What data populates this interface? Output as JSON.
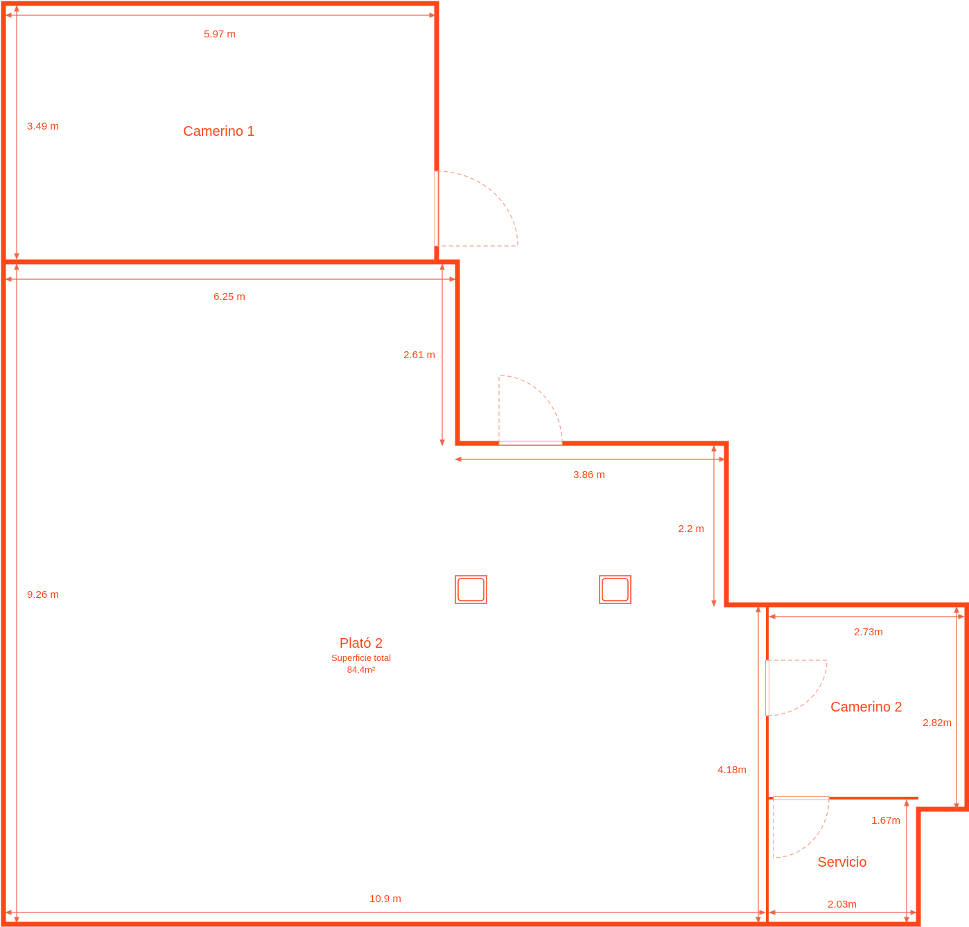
{
  "colors": {
    "wall": "#ff4619",
    "dimension": "#f0664a",
    "door": "#f4a08a"
  },
  "rooms": {
    "camerino1": "Camerino 1",
    "plato2": "Plató 2",
    "plato2_sub": "Superficie total",
    "plato2_area": "84,4m²",
    "camerino2": "Camerino 2",
    "servicio": "Servicio"
  },
  "dimensions": {
    "camerino1_width": "5.97 m",
    "camerino1_height": "3.49 m",
    "plato_top_width": "6.25 m",
    "plato_step1_height": "2.61 m",
    "plato_step_width": "3.86 m",
    "plato_step2_height": "2.2 m",
    "plato_height": "9.26 m",
    "plato_bottom_width": "10.9 m",
    "plato_right_height": "4.18m",
    "camerino2_width": "2.73m",
    "camerino2_height": "2.82m",
    "servicio_height": "1.67m",
    "servicio_width": "2.03m"
  }
}
